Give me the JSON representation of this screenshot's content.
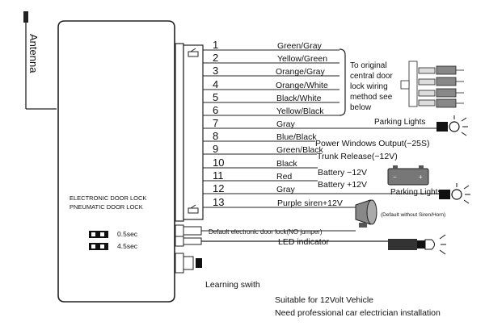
{
  "antenna_label": "Antenna",
  "module": {
    "line1": "ELECTRONIC DOOR LOCK",
    "line2": "PNEUMATIC DOOR LOCK",
    "jumper_fast": "0.5sec",
    "jumper_slow": "4.5sec"
  },
  "wires": [
    {
      "num": "1",
      "label": "Green/Gray"
    },
    {
      "num": "2",
      "label": "Yellow/Green"
    },
    {
      "num": "3",
      "label": "Orange/Gray"
    },
    {
      "num": "4",
      "label": "Orange/White"
    },
    {
      "num": "5",
      "label": "Black/White"
    },
    {
      "num": "6",
      "label": "Yellow/Black"
    },
    {
      "num": "7",
      "label": "Gray"
    },
    {
      "num": "8",
      "label": "Blue/Black"
    },
    {
      "num": "9",
      "label": "Green/Black"
    },
    {
      "num": "10",
      "label": "Black"
    },
    {
      "num": "11",
      "label": "Red"
    },
    {
      "num": "12",
      "label": "Gray"
    },
    {
      "num": "13",
      "label": "Purple siren+12V"
    }
  ],
  "central_lock_note": [
    "To original",
    "central door",
    "lock wiring",
    "method see",
    "below"
  ],
  "outputs": {
    "parking_lights_1": "Parking Lights",
    "power_windows": "Power Windows Output(−25S)",
    "trunk_release": "Trunk Release(−12V)",
    "battery_neg": "Battery −12V",
    "battery_pos": "Battery +12V",
    "parking_lights_2": "Parking Lights",
    "siren_note": "(Default without Siren/Horn)",
    "door_lock_default": "Default electronic door lock(NO jumper)",
    "led": "LED indicator",
    "learning": "Learning swith"
  },
  "footer": {
    "line1": "Suitable for 12Volt Vehicle",
    "line2": "Need professional car electrician installation"
  }
}
